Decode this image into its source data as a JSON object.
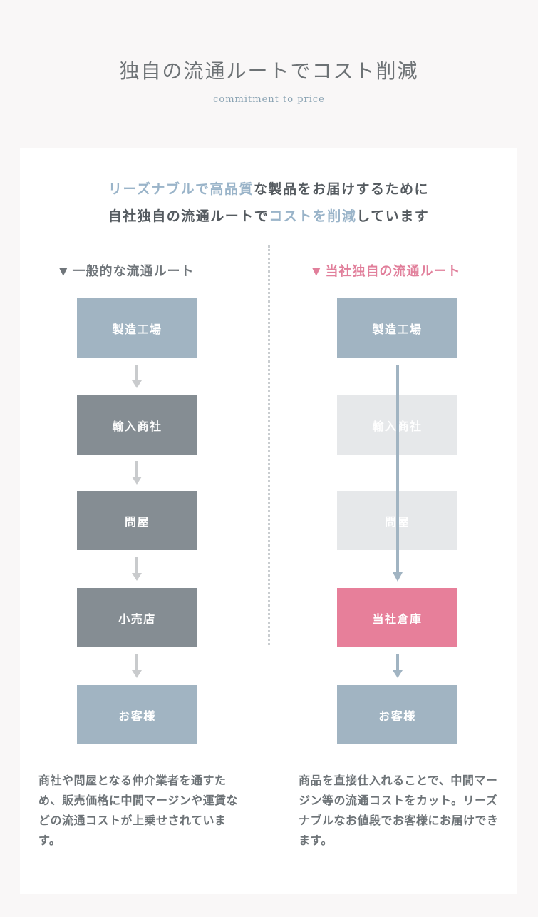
{
  "header": {
    "title": "独自の流通ルートでコスト削減",
    "subtitle": "commitment to price"
  },
  "lead": {
    "line1_highlight1": "リーズナブルで高品質",
    "line1_rest": "な製品をお届けするために",
    "line2_start": "自社独自の流通ルートで",
    "line2_highlight": "コストを削減",
    "line2_end": "しています"
  },
  "left": {
    "heading_mark": "▼",
    "heading": "一般的な流通ルート",
    "steps": [
      "製造工場",
      "輸入商社",
      "問屋",
      "小売店",
      "お客様"
    ],
    "note": "商社や問屋となる仲介業者を通すため、販売価格に中間マージンや運賃などの流通コストが上乗せされています。"
  },
  "right": {
    "heading_mark": "▼",
    "heading": "当社独自の流通ルート",
    "steps": [
      "製造工場",
      "輸入商社",
      "問屋",
      "当社倉庫",
      "お客様"
    ],
    "note": "商品を直接仕入れることで、中間マージン等の流通コストをカット。リーズナブルなお値段でお客様にお届けできます。"
  },
  "colors": {
    "accent_blue": "#9ab4c9",
    "accent_pink": "#e77f9a",
    "box_blue": "#a1b4c2",
    "box_gray": "#858d93",
    "box_faded": "#e6e8ea"
  }
}
